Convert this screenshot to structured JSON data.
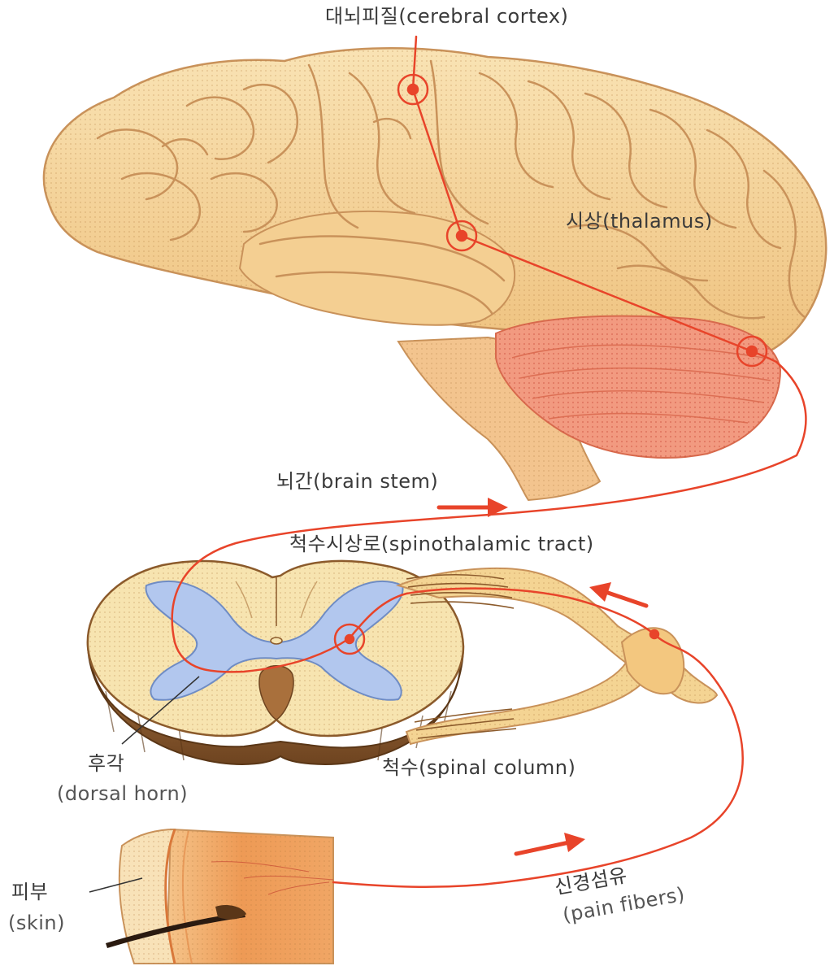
{
  "labels": {
    "cerebral_cortex": "대뇌피질(cerebral  cortex)",
    "thalamus": "시상(thalamus)",
    "brain_stem": "뇌간(brain  stem)",
    "spinothalamic_tract": "척수시상로(spinothalamic  tract)",
    "dorsal_horn_ko": "후각",
    "dorsal_horn_en": "(dorsal  horn)",
    "spinal_column": "척수(spinal  column)",
    "skin_ko": "피부",
    "skin_en": "(skin)",
    "pain_fibers_ko": "신경섬유",
    "pain_fibers_en": "(pain  fibers)"
  },
  "colors": {
    "brain_fill": "#f6d79f",
    "brain_fold": "#c9925a",
    "brainstem_fill": "#f3c48e",
    "cerebellum_fill": "#f2917a",
    "cord_top": "#f7e4b0",
    "cord_side": "#8b5a2b",
    "grey_matter": "#a9bfe8",
    "nerve_fill": "#f4d493",
    "skin_outer": "#f8e2b8",
    "skin_inner": "#ec8a48",
    "pathway": "#e8442a",
    "label_text": "#3a3a3a",
    "leader_line": "#333333"
  }
}
